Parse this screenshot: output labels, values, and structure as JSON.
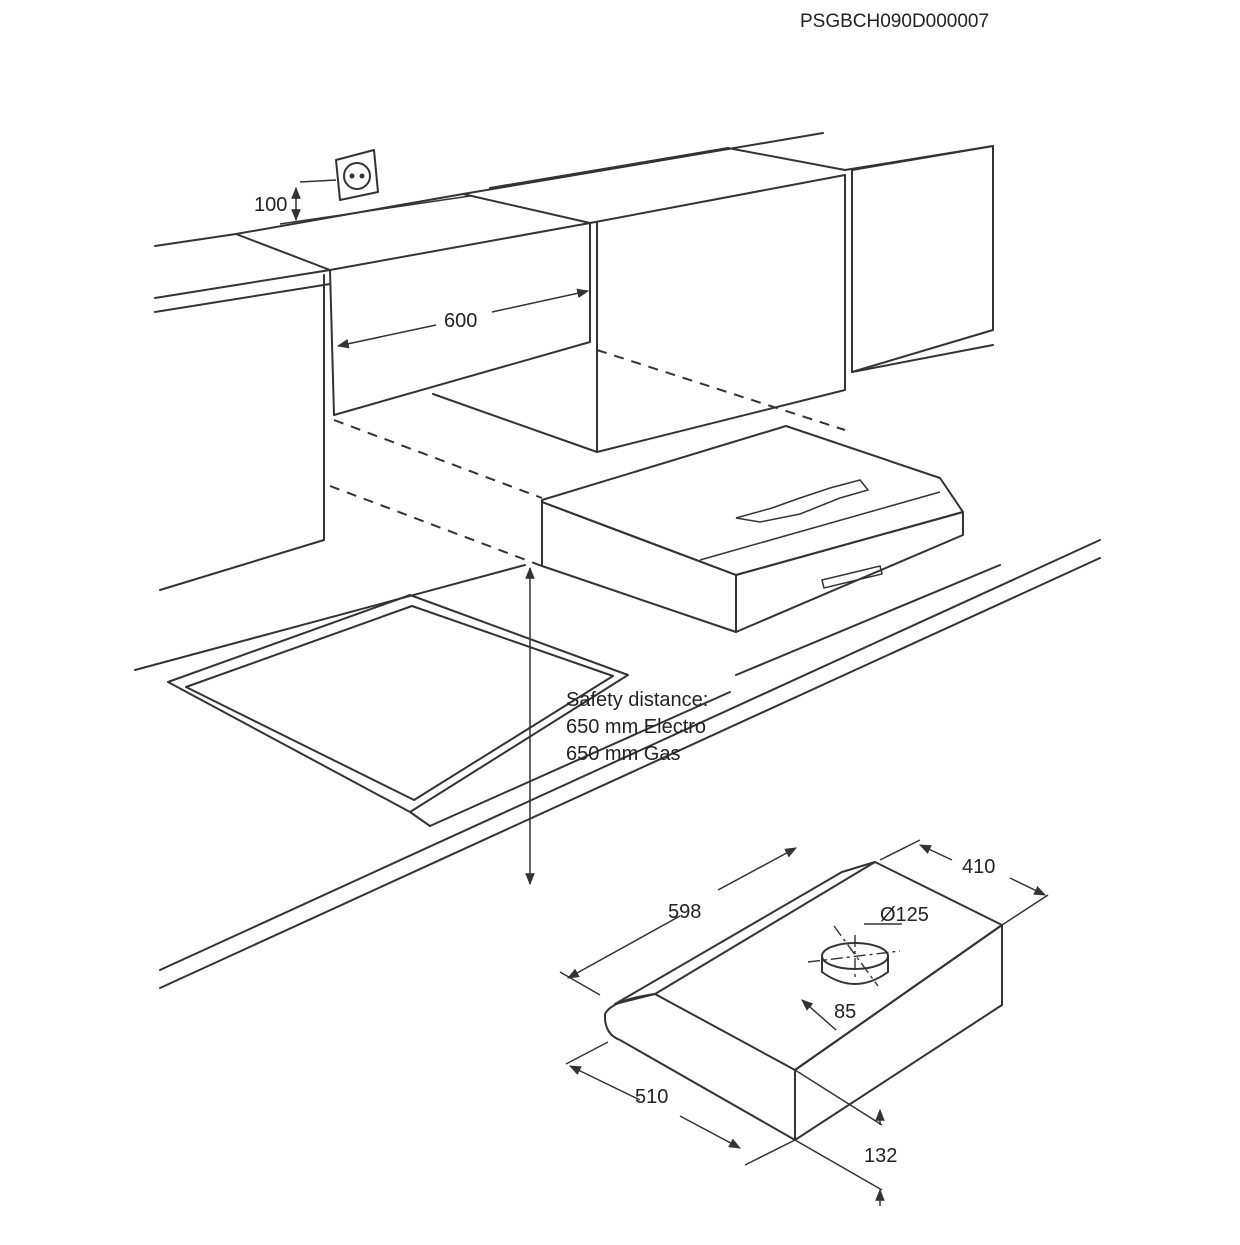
{
  "doc_code": "PSGBCH090D000007",
  "labels": {
    "socket_height": "100",
    "cabinet_width": "600",
    "safety_line1": "Safety distance:",
    "safety_line2": "650 mm Electro",
    "safety_line3": "650 mm Gas",
    "hood_width": "598",
    "hood_depth": "410",
    "duct_diameter": "Ø125",
    "duct_offset": "85",
    "hood_front_depth": "510",
    "hood_height": "132"
  }
}
